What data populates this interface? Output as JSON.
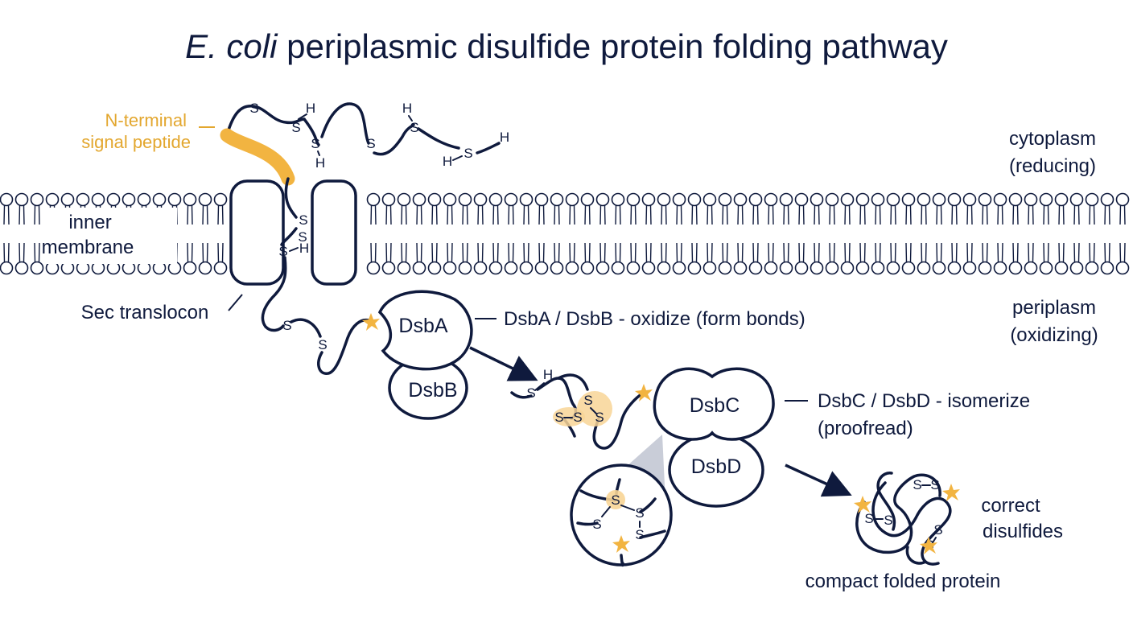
{
  "title": {
    "italic": "E. coli",
    "rest": " periplasmic disulfide protein folding pathway"
  },
  "labels": {
    "signal_peptide_line1": "N-terminal",
    "signal_peptide_line2": "signal peptide",
    "cytoplasm_line1": "cytoplasm",
    "cytoplasm_line2": "(reducing)",
    "membrane_line1": "inner",
    "membrane_line2": "membrane",
    "translocon": "Sec translocon",
    "periplasm_line1": "periplasm",
    "periplasm_line2": "(oxidizing)",
    "dsba_dsbb_note": "DsbA / DsbB - oxidize (form bonds)",
    "dsbc_dsbd_note_line1": "DsbC / DsbD - isomerize",
    "dsbc_dsbd_note_line2": "(proofread)",
    "correct_line1": "correct",
    "correct_line2": "disulfides",
    "folded_protein": "compact folded protein"
  },
  "enzymes": {
    "dsba": "DsbA",
    "dsbb": "DsbB",
    "dsbc": "DsbC",
    "dsbd": "DsbD"
  },
  "atoms": {
    "sulfur": "S",
    "hydrogen": "H"
  },
  "colors": {
    "ink": "#0f1a3d",
    "signal_peptide": "#f2b441",
    "label_gold": "#e3a72f",
    "disulfide_highlight": "#f8d596",
    "spark": "#f2b441",
    "zoom_cone": "#c9cdd8"
  }
}
